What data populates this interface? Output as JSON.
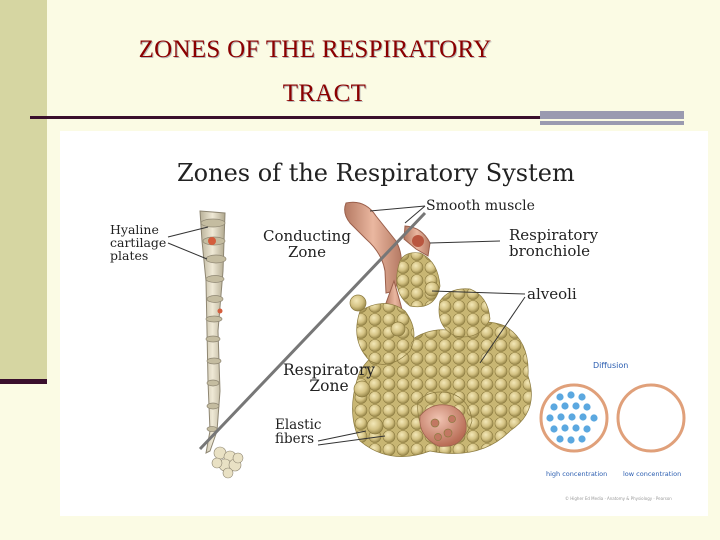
{
  "slide": {
    "title_line1": "ZONES OF THE RESPIRATORY",
    "title_line2": "TRACT"
  },
  "figure": {
    "title": "Zones of the Respiratory System",
    "labels": {
      "hyaline": [
        "Hyaline",
        "cartilage",
        "plates"
      ],
      "conducting_zone": [
        "Conducting",
        "Zone"
      ],
      "smooth_muscle": "Smooth muscle",
      "respiratory_bronchiole": [
        "Respiratory",
        "bronchiole"
      ],
      "alveoli": "alveoli",
      "respiratory_zone": [
        "Respiratory",
        "Zone"
      ],
      "elastic_fibers": [
        "Elastic",
        "fibers"
      ]
    },
    "inset": {
      "title": "Diffusion",
      "left_caption": "high concentration",
      "right_caption": "low concentration",
      "credit": "© Higher Ed Media · Anatomy & Physiology · Pearson"
    }
  },
  "colors": {
    "background": "#fbfbe4",
    "side_bar": "#d6d6a2",
    "title_red": "#8b0000",
    "rule": "#3a0f2c",
    "alveoli_fill": "#d8c98a",
    "airway_fill": "#dba48b",
    "diffusion_blue": "#5ba8e0"
  }
}
